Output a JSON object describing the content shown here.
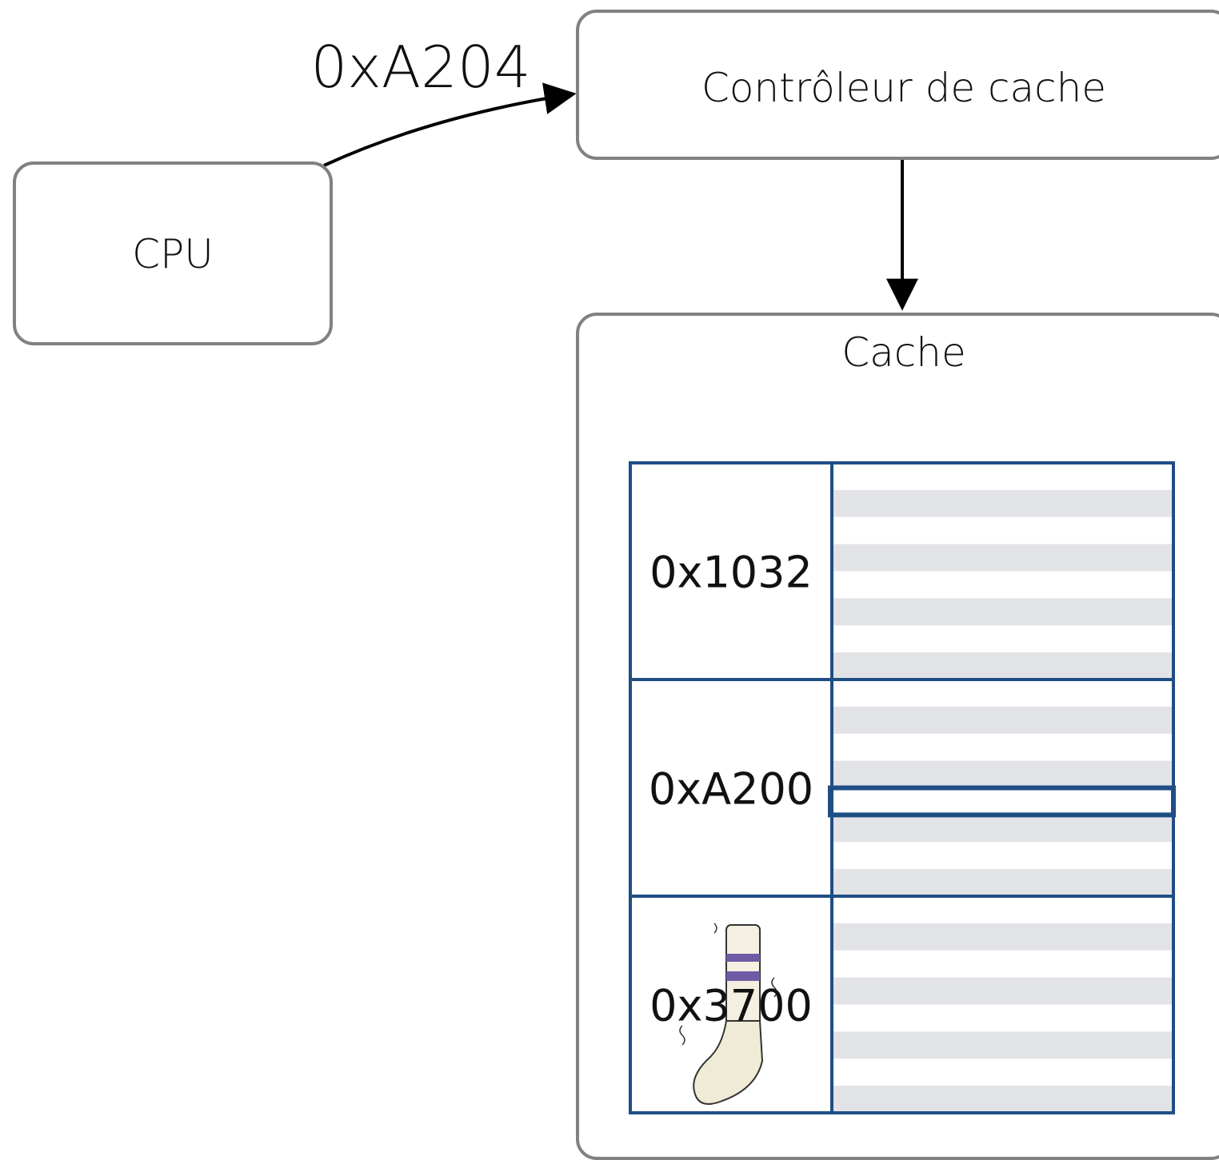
{
  "cpu": {
    "label": "CPU"
  },
  "controller": {
    "label": "Contrôleur de cache"
  },
  "request": {
    "address": "0xA204"
  },
  "cache": {
    "label": "Cache",
    "lines": [
      {
        "tag": "0x1032",
        "highlighted_word": null,
        "has_sock_icon": false
      },
      {
        "tag": "0xA200",
        "highlighted_word": 4,
        "has_sock_icon": false
      },
      {
        "tag": "0x3700",
        "highlighted_word": null,
        "has_sock_icon": true
      }
    ],
    "words_per_line": 8
  },
  "colors": {
    "box_border": "#808184",
    "table_border": "#1f4e85",
    "stripe": "#e2e3e7",
    "arrow": "#000000",
    "sock_band": "#6e5ba5"
  },
  "icons": {
    "sock": "sock-icon"
  }
}
